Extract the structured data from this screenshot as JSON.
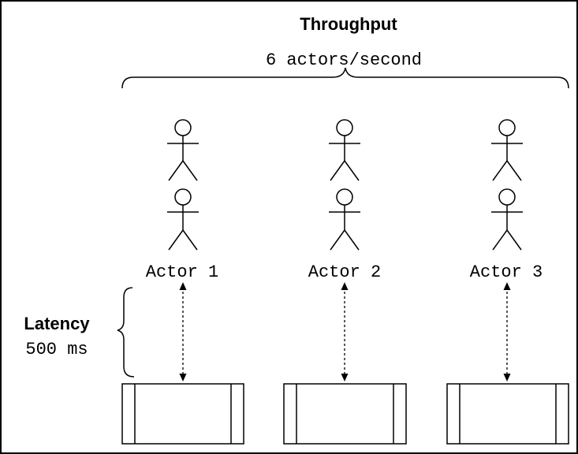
{
  "throughput": {
    "title": "Throughput",
    "value": "6 actors/second"
  },
  "latency": {
    "title": "Latency",
    "value": "500 ms"
  },
  "actors": [
    {
      "label": "Actor 1"
    },
    {
      "label": "Actor 2"
    },
    {
      "label": "Actor 3"
    }
  ]
}
